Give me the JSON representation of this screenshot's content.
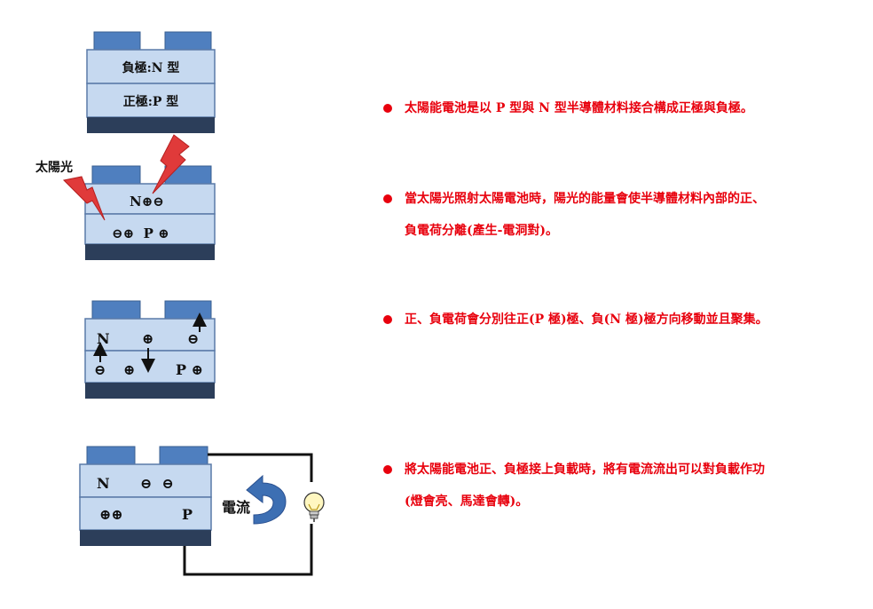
{
  "panel1": {
    "layer_top": "負極:N 型",
    "layer_bottom": "正極:P 型"
  },
  "panel2": {
    "sunlight_label": "太陽光",
    "n_layer": "N⊕⊖",
    "p_layer": "⊖⊕  P ⊕"
  },
  "panel3": {
    "n_label": "N",
    "n_plus": "⊕",
    "n_minus": "⊖",
    "p_minus": "⊖",
    "p_plus": "⊕",
    "p_label": "P ⊕"
  },
  "panel4": {
    "n_label": "N",
    "n_charges": "⊖  ⊖",
    "p_charges": "⊕⊕",
    "p_label": "P",
    "current_label": "電流"
  },
  "bullets": [
    {
      "lines": [
        "太陽能電池是以 P 型與 N 型半導體材料接合構成正極與負極。"
      ]
    },
    {
      "lines": [
        "當太陽光照射太陽電池時，陽光的能量會使半導體材料內部的正、",
        "負電荷分離(產生-電洞對)。"
      ]
    },
    {
      "lines": [
        "正、負電荷會分別往正(P 極)極、負(N 極)極方向移動並且聚集。"
      ]
    },
    {
      "lines": [
        "將太陽能電池正、負極接上負載時，將有電流流出可以對負載作功",
        "(燈會亮、馬達會轉)。"
      ]
    }
  ],
  "colors": {
    "electrode": "#4f7fbf",
    "layer_fill": "#c6d9f0",
    "layer_border": "#5a7aa8",
    "base": "#2c3e5a",
    "bolt": "#e03a3a",
    "text_red": "#e8000d",
    "arrow_blue": "#3d6fb3"
  }
}
